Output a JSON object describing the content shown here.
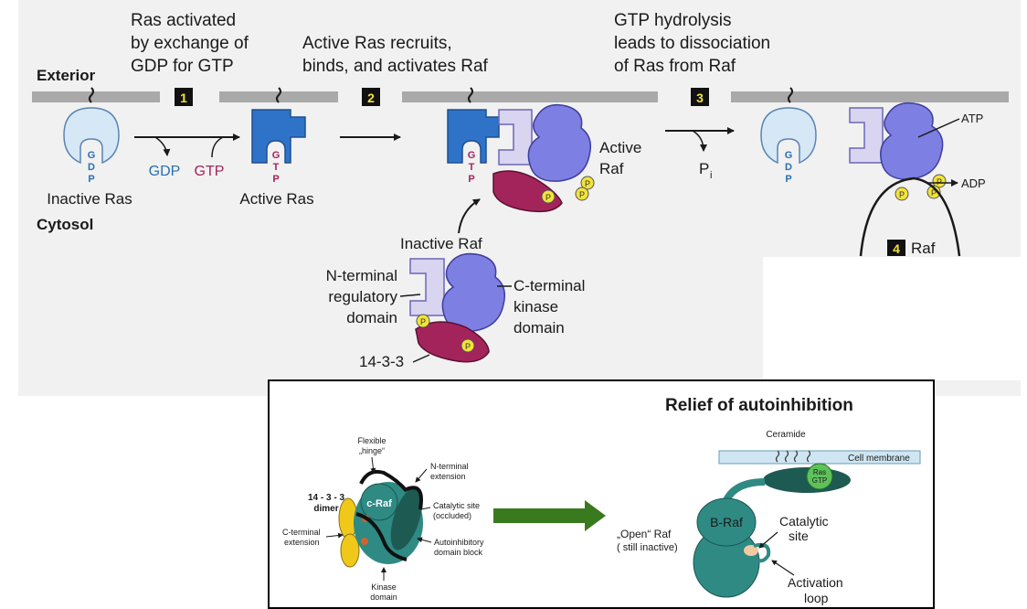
{
  "labels": {
    "exterior": "Exterior",
    "cytosol": "Cytosol",
    "step1_num": "1",
    "step1_line1": "Ras activated",
    "step1_line2": "by exchange of",
    "step1_line3": "GDP for GTP",
    "step2_num": "2",
    "step2_line1": "Active Ras recruits,",
    "step2_line2": "binds, and activates Raf",
    "step3_num": "3",
    "step3_line1": "GTP hydrolysis",
    "step3_line2": "leads to dissociation",
    "step3_line3": "of Ras from Raf",
    "step4_num": "4",
    "step4_label": "Raf",
    "gdp_letter_g": "G",
    "gdp_letter_d": "D",
    "gdp_letter_p": "P",
    "gtp_letter_g": "G",
    "gtp_letter_t": "T",
    "gtp_letter_p": "P",
    "inactive_ras": "Inactive Ras",
    "active_ras": "Active Ras",
    "gdp_out": "GDP",
    "gtp_in": "GTP",
    "active_raf_line1": "Active",
    "active_raf_line2": "Raf",
    "pi_p": "P",
    "pi_sub": "i",
    "atp": "ATP",
    "adp": "ADP",
    "phospho": "P",
    "inactive_raf": "Inactive Raf",
    "nterm_line1": "N-terminal",
    "nterm_line2": "regulatory",
    "nterm_line3": "domain",
    "cterm_line1": "C-terminal",
    "cterm_line2": "kinase",
    "cterm_line3": "domain",
    "protein_1433": "14-3-3"
  },
  "bottom": {
    "title": "Relief of autoinhibition",
    "flexible_line1": "Flexible",
    "flexible_line2": "„hinge“",
    "nterm_ext_line1": "N-terminal",
    "nterm_ext_line2": "extension",
    "dimer_line1": "14 - 3 - 3",
    "dimer_line2": "dimer",
    "craf": "c-Raf",
    "catalytic_occ_line1": "Catalytic site",
    "catalytic_occ_line2": "(occluded)",
    "cterm_ext_line1": "C-terminal",
    "cterm_ext_line2": "extension",
    "autoinhib_line1": "Autoinhibitory",
    "autoinhib_line2": "domain block",
    "kinase_line1": "Kinase",
    "kinase_line2": "domain",
    "ceramide": "Ceramide",
    "cell_membrane": "Cell membrane",
    "ras_line1": "Ras",
    "ras_line2": "GTP",
    "open_raf_line1": "„Open“ Raf",
    "open_raf_line2": "( still inactive)",
    "braf": "B-Raf",
    "catalytic_line1": "Catalytic",
    "catalytic_line2": "site",
    "activation_line1": "Activation",
    "activation_line2": "loop"
  },
  "colors": {
    "membrane": "#a9a9a9",
    "inactive_ras": "#d6e7f6",
    "active_ras": "#2f73c9",
    "raf_purple": "#7d7fe2",
    "raf_lavender": "#d9d4f0",
    "protein_1433": "#a3245b",
    "phosphate": "#f2e33a",
    "gdp_text": "#2a6fb0",
    "gtp_text": "#a3245b",
    "teal": "#2f8a84",
    "dark_teal": "#1d5a52",
    "ras_green": "#5ec25a",
    "arrow_green": "#3a7a1f",
    "yellow": "#f0c81a"
  }
}
